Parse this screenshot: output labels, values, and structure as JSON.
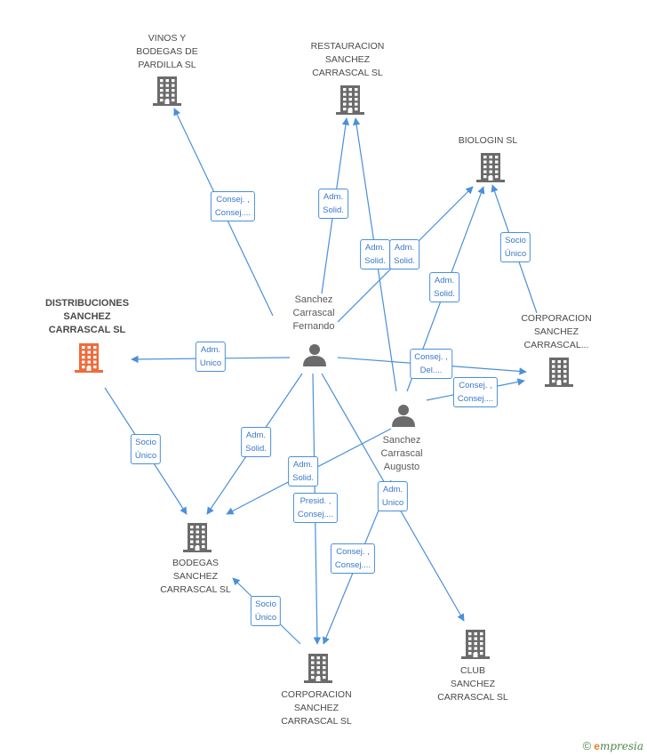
{
  "companies": [
    {
      "id": "vinos",
      "label": "VINOS Y\nBODEGAS DE\nPARDILLA SL",
      "main": false
    },
    {
      "id": "restauracion",
      "label": "RESTAURACION\nSANCHEZ\nCARRASCAL SL",
      "main": false
    },
    {
      "id": "biologin",
      "label": "BIOLOGIN SL",
      "main": false
    },
    {
      "id": "distribuciones",
      "label": "DISTRIBUCIONES\nSANCHEZ\nCARRASCAL SL",
      "main": true
    },
    {
      "id": "corporacion_right",
      "label": "CORPORACION\nSANCHEZ\nCARRASCAL...",
      "main": false
    },
    {
      "id": "bodegas",
      "label": "BODEGAS\nSANCHEZ\nCARRASCAL SL",
      "main": false
    },
    {
      "id": "club",
      "label": "CLUB\nSANCHEZ\nCARRASCAL SL",
      "main": false
    },
    {
      "id": "corporacion_bottom",
      "label": "CORPORACION\nSANCHEZ\nCARRASCAL SL",
      "main": false
    }
  ],
  "persons": [
    {
      "id": "fernando",
      "label": "Sanchez\nCarrascal\nFernando"
    },
    {
      "id": "augusto",
      "label": "Sanchez\nCarrascal\nAugusto"
    }
  ],
  "edges": [
    {
      "id": "e1",
      "label": "Consej. ,\nConsej...."
    },
    {
      "id": "e2",
      "label": "Adm.\nSolid."
    },
    {
      "id": "e3",
      "label": "Adm.\nSolid."
    },
    {
      "id": "e4",
      "label": "Adm.\nSolid."
    },
    {
      "id": "e5",
      "label": "Adm.\nSolid."
    },
    {
      "id": "e6",
      "label": "Socio\nÚnico"
    },
    {
      "id": "e7",
      "label": "Adm.\nUnico"
    },
    {
      "id": "e8",
      "label": "Consej. ,\nDel...."
    },
    {
      "id": "e9",
      "label": "Consej. ,\nConsej...."
    },
    {
      "id": "e10",
      "label": "Socio\nÚnico"
    },
    {
      "id": "e11",
      "label": "Adm.\nSolid."
    },
    {
      "id": "e12",
      "label": "Adm.\nSolid."
    },
    {
      "id": "e13",
      "label": "Presid. ,\nConsej...."
    },
    {
      "id": "e14",
      "label": "Adm.\nUnico"
    },
    {
      "id": "e15",
      "label": "Consej. ,\nConsej...."
    },
    {
      "id": "e16",
      "label": "Socio\nÚnico"
    }
  ],
  "footer": {
    "copyright": "©",
    "brand_initial": "e",
    "brand_rest": "mpresia"
  },
  "colors": {
    "edge": "#4a90d9",
    "company_icon": "#6b6b6b",
    "main_company_icon": "#f06a3a",
    "person_icon": "#6b6b6b"
  }
}
